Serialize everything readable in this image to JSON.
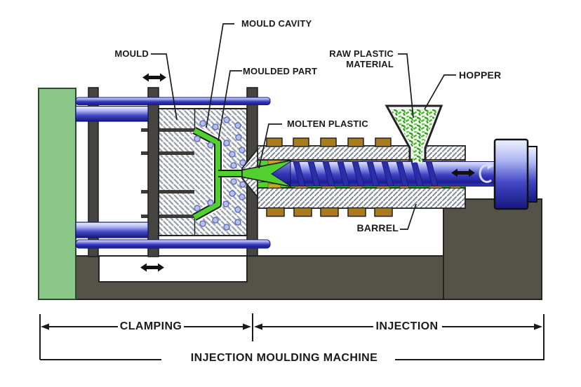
{
  "diagram": {
    "type": "technical-diagram",
    "labels": {
      "mould": "MOULD",
      "mould_cavity": "MOULD CAVITY",
      "moulded_part": "MOULDED PART",
      "molten_plastic": "MOLTEN PLASTIC",
      "raw_plastic_line1": "RAW PLASTIC",
      "raw_plastic_line2": "MATERIAL",
      "hopper": "HOPPER",
      "barrel": "BARREL"
    },
    "sections": {
      "clamping": "CLAMPING",
      "injection": "INJECTION"
    },
    "title": "INJECTION MOULDING MACHINE",
    "icons": {
      "platen_motion": "double-horizontal-arrow",
      "carriage_motion": "double-horizontal-arrow",
      "screw_motion": "double-horizontal-arrow",
      "screw_rotation": "rotation-arrow"
    },
    "colors": {
      "moulded_part_green": "#4fd22b",
      "pellet_green": "#3a9e28",
      "clamp_plate_green": "#8cc78a",
      "machine_base_grey": "#55524a",
      "platen_grey": "#464540",
      "screw_blue": "#3c3fc0",
      "tie_bar_blue": "#4a4ec9",
      "heater_band_brown": "#aa7c1e",
      "cooling_channel_blue": "#b9c0ea",
      "label_text": "#1b1b1b"
    }
  }
}
